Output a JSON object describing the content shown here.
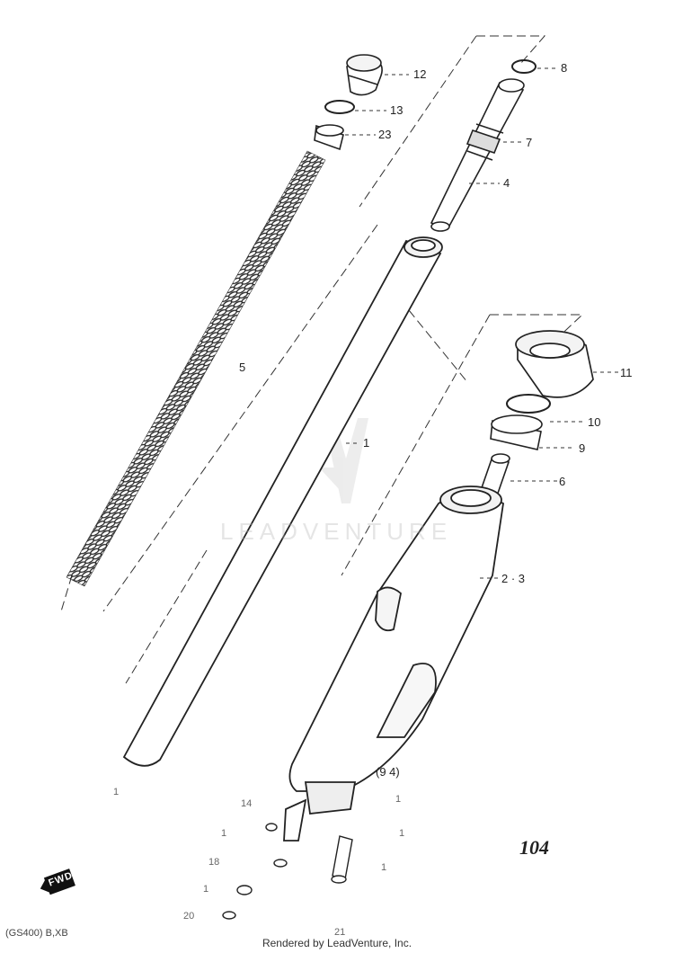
{
  "callouts": {
    "c12": "12",
    "c13": "13",
    "c23": "23",
    "c8": "8",
    "c7": "7",
    "c4": "4",
    "c5": "5",
    "c1": "1",
    "c11": "11",
    "c10": "10",
    "c9": "9",
    "c6": "6",
    "c2_3": "2 · 3",
    "c9_4": "(9 4)",
    "c14": "14",
    "c_l1": "1",
    "c_l2": "1",
    "c_l3": "18",
    "c_l4": "1",
    "c_l5": "20",
    "c_r1": "1",
    "c_r2": "1",
    "c_r3": "1",
    "c_bottom": "21"
  },
  "watermark": "LEADVENTURE",
  "page_number": "104",
  "model_code": "(GS400) B,XB",
  "fwd_badge": "FWD",
  "footer": "Rendered by LeadVenture, Inc."
}
